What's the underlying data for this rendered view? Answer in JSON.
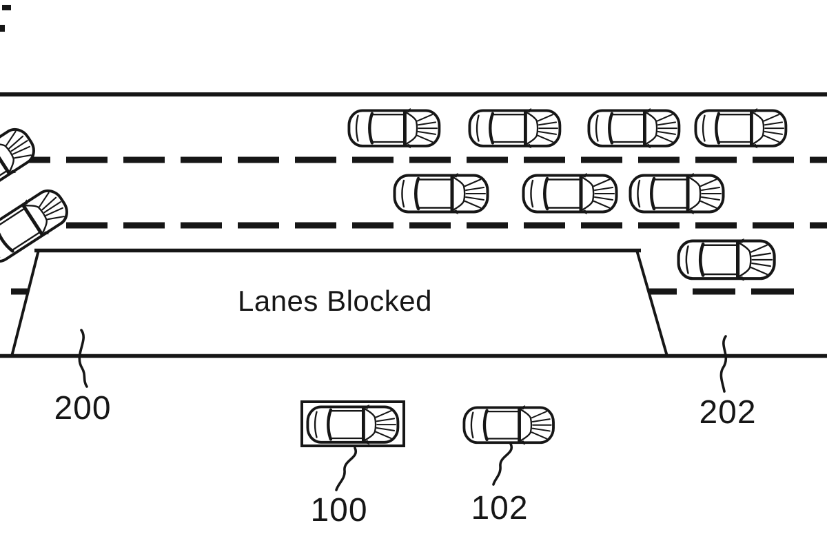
{
  "figure": {
    "background_color": "#ffffff",
    "ink_color": "#161616"
  },
  "blocked_zone": {
    "label": "Lanes Blocked"
  },
  "labels": {
    "roadblock_zone": "200",
    "open_lane": "202",
    "boxed_vehicle": "100",
    "lead_vehicle": "102"
  },
  "vehicles": {
    "top_lane_count": 4,
    "middle_lane_count": 3,
    "shoulder_lane_count": 1,
    "incident_angled_count": 2,
    "below_road_count": 2
  }
}
